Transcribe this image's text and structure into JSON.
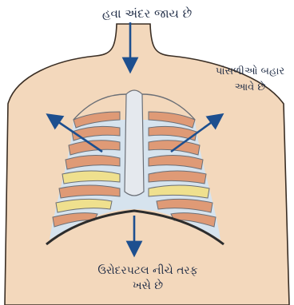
{
  "labels": {
    "air_enters": "હવા અંદર જાય છે",
    "ribs_out_line1": "પાંસળીઓ બહાર",
    "ribs_out_line2": "આવે છે",
    "diaphragm_down_line1": "ઉરોદરપટલ નીચે તરફ",
    "diaphragm_down_line2": "ખસે છે"
  },
  "colors": {
    "skin": "#f3d8bc",
    "skin_outline": "#3a2e24",
    "cavity": "#d6e3ee",
    "rib": "#e5e9ee",
    "rib_outline": "#6b6f76",
    "lung_red": "#df9a76",
    "lung_yellow": "#efe08e",
    "arrow": "#1d4f8f"
  }
}
